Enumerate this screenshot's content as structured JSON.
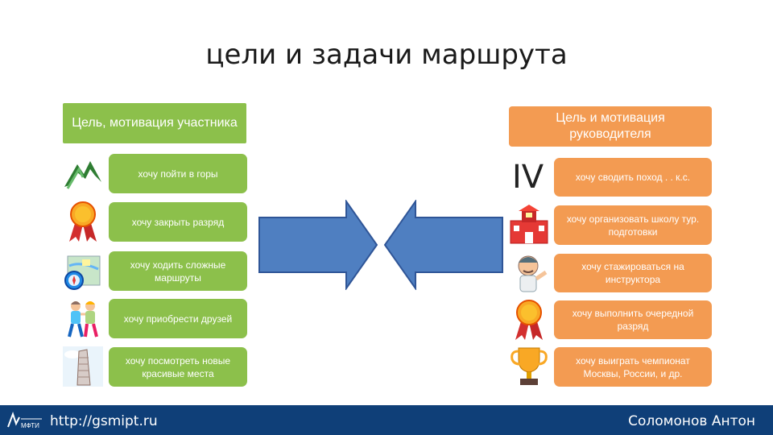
{
  "title": "цели и задачи маршрута",
  "left_header": "Цель, мотивация участника",
  "right_header": "Цель и мотивация руководителя",
  "left_items": [
    {
      "label": "хочу пойти в горы",
      "icon": "mountain-icon"
    },
    {
      "label": "хочу закрыть разряд",
      "icon": "medal-icon"
    },
    {
      "label": "хочу ходить сложные маршруты",
      "icon": "map-compass-icon"
    },
    {
      "label": "хочу приобрести друзей",
      "icon": "friends-icon"
    },
    {
      "label": "хочу посмотреть новые красивые места",
      "icon": "tower-icon"
    }
  ],
  "right_items": [
    {
      "label": "хочу сводить поход . . к.с.",
      "icon": "roman-four-icon"
    },
    {
      "label": "хочу организовать школу тур. подготовки",
      "icon": "school-icon"
    },
    {
      "label": "хочу стажироваться на инструктора",
      "icon": "instructor-icon"
    },
    {
      "label": "хочу выполнить очередной разряд",
      "icon": "medal-icon"
    },
    {
      "label": "хочу выиграть чемпионат Москвы, России, и др.",
      "icon": "trophy-icon"
    }
  ],
  "roman_numeral": "IV",
  "footer": {
    "url": "http://gsmipt.ru",
    "author": "Соломонов Антон",
    "logo_text": "МФТИ"
  },
  "colors": {
    "green": "#8cc04b",
    "orange": "#f39b52",
    "arrow": "#4f7fc1",
    "footer": "#0f3f78"
  }
}
